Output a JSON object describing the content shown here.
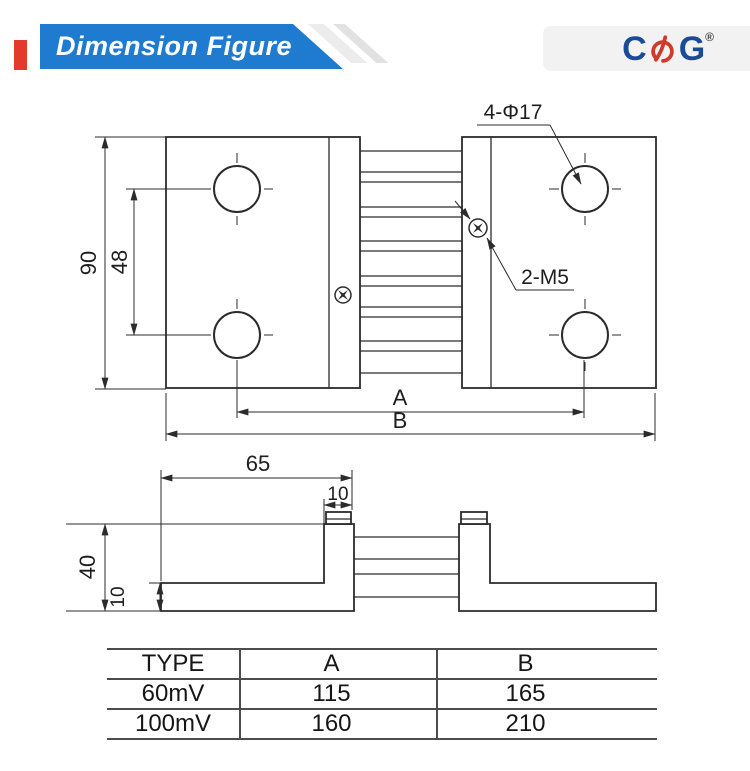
{
  "header": {
    "title": "Dimension Figure"
  },
  "logo": {
    "c": "C",
    "g": "G",
    "registered": "®"
  },
  "top_view": {
    "height_label": "90",
    "hole_spacing_label": "48",
    "length_a_label": "A",
    "length_b_label": "B",
    "holes_label": "4-Φ17",
    "screws_label": "2-M5"
  },
  "side_view": {
    "terminal_width_label": "65",
    "tab_width_label": "10",
    "height_label": "40",
    "base_thickness_label": "10"
  },
  "spec_table": {
    "headers": [
      "TYPE",
      "A",
      "B"
    ],
    "rows": [
      [
        "60mV",
        "115",
        "165"
      ],
      [
        "100mV",
        "160",
        "210"
      ]
    ]
  },
  "colors": {
    "banner_blue": "#1e7bcf",
    "accent_red": "#e23b2e",
    "logo_blue": "#1b4b97",
    "logo_red": "#d0392b",
    "line_color": "#2b2b2b"
  }
}
